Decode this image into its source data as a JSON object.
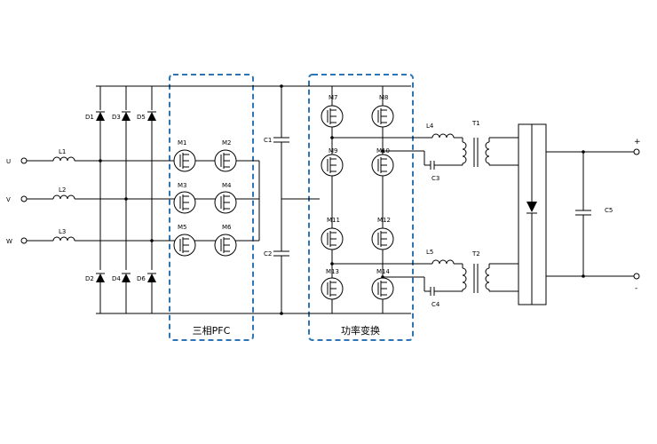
{
  "inputs": {
    "u": "U",
    "v": "V",
    "w": "W"
  },
  "inductors": {
    "l1": "L1",
    "l2": "L2",
    "l3": "L3",
    "l4": "L4",
    "l5": "L5"
  },
  "diodes": {
    "d1": "D1",
    "d2": "D2",
    "d3": "D3",
    "d4": "D4",
    "d5": "D5",
    "d6": "D6"
  },
  "mosfets": {
    "m1": "M1",
    "m2": "M2",
    "m3": "M3",
    "m4": "M4",
    "m5": "M5",
    "m6": "M6",
    "m7": "M7",
    "m8": "M8",
    "m9": "M9",
    "m10": "M10",
    "m11": "M11",
    "m12": "M12",
    "m13": "M13",
    "m14": "M14"
  },
  "capacitors": {
    "c1": "C1",
    "c2": "C2",
    "c3": "C3",
    "c4": "C4",
    "c5": "C5"
  },
  "transformers": {
    "t1": "T1",
    "t2": "T2"
  },
  "blocks": {
    "pfc": "三相PFC",
    "power": "功率变换"
  },
  "output": {
    "plus": "+",
    "minus": "-"
  },
  "colors": {
    "wire": "#000000",
    "dashed_box": "#2e75b6"
  }
}
